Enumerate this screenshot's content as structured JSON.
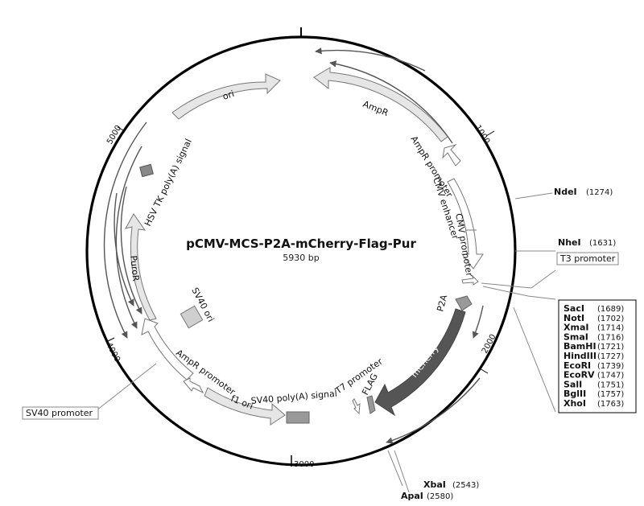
{
  "plasmid": {
    "name": "pCMV-MCS-P2A-mCherry-Flag-Pur",
    "size_label": "5930 bp",
    "length": 5930
  },
  "colors": {
    "feature_fill": "#e6e6e6",
    "feature_stroke": "#777777",
    "mcherry_fill": "#555555",
    "dark_box": "#888888",
    "backbone": "#000000"
  },
  "ticks": [
    {
      "label": "1000",
      "bp": 1000
    },
    {
      "label": "2000",
      "bp": 2000
    },
    {
      "label": "3000",
      "bp": 3000
    },
    {
      "label": "4000",
      "bp": 4000
    },
    {
      "label": "5000",
      "bp": 5000
    }
  ],
  "features": [
    {
      "name": "AmpR",
      "type": "arrow-ccw"
    },
    {
      "name": "AmpR promoter",
      "type": "arrow-ccw"
    },
    {
      "name": "CMV enhancer",
      "type": "arrow-cw"
    },
    {
      "name": "CMV promoter",
      "type": "arrow-cw"
    },
    {
      "name": "P2A",
      "type": "box"
    },
    {
      "name": "mCherry",
      "type": "arrow-cw"
    },
    {
      "name": "FLAG",
      "type": "box"
    },
    {
      "name": "T7 promoter",
      "type": "small-arrow"
    },
    {
      "name": "SV40 poly(A) signal",
      "type": "box"
    },
    {
      "name": "f1 ori",
      "type": "arrow-ccw"
    },
    {
      "name": "AmpR promoter",
      "type": "arrow-ccw"
    },
    {
      "name": "SV40 ori",
      "type": "box"
    },
    {
      "name": "PuroR",
      "type": "arrow-ccw"
    },
    {
      "name": "HSV TK poly(A) signal",
      "type": "box"
    },
    {
      "name": "ori",
      "type": "arrow-cw"
    }
  ],
  "sites": [
    {
      "name": "NdeI",
      "pos": "(1274)"
    },
    {
      "name": "NheI",
      "pos": "(1631)"
    },
    {
      "name": "T3 promoter",
      "pos": ""
    },
    {
      "name": "XbaI",
      "pos": "(2543)"
    },
    {
      "name": "ApaI",
      "pos": "(2580)"
    },
    {
      "name": "SV40 promoter",
      "pos": ""
    }
  ],
  "mcs_sites": [
    {
      "name": "SacI",
      "pos": "(1689)"
    },
    {
      "name": "NotI",
      "pos": "(1702)"
    },
    {
      "name": "XmaI",
      "pos": "(1714)"
    },
    {
      "name": "SmaI",
      "pos": "(1716)"
    },
    {
      "name": "BamHI",
      "pos": "(1721)"
    },
    {
      "name": "HindIII",
      "pos": "(1727)"
    },
    {
      "name": "EcoRI",
      "pos": "(1739)"
    },
    {
      "name": "EcoRV",
      "pos": "(1747)"
    },
    {
      "name": "SalI",
      "pos": "(1751)"
    },
    {
      "name": "BglII",
      "pos": "(1757)"
    },
    {
      "name": "XhoI",
      "pos": "(1763)"
    }
  ]
}
